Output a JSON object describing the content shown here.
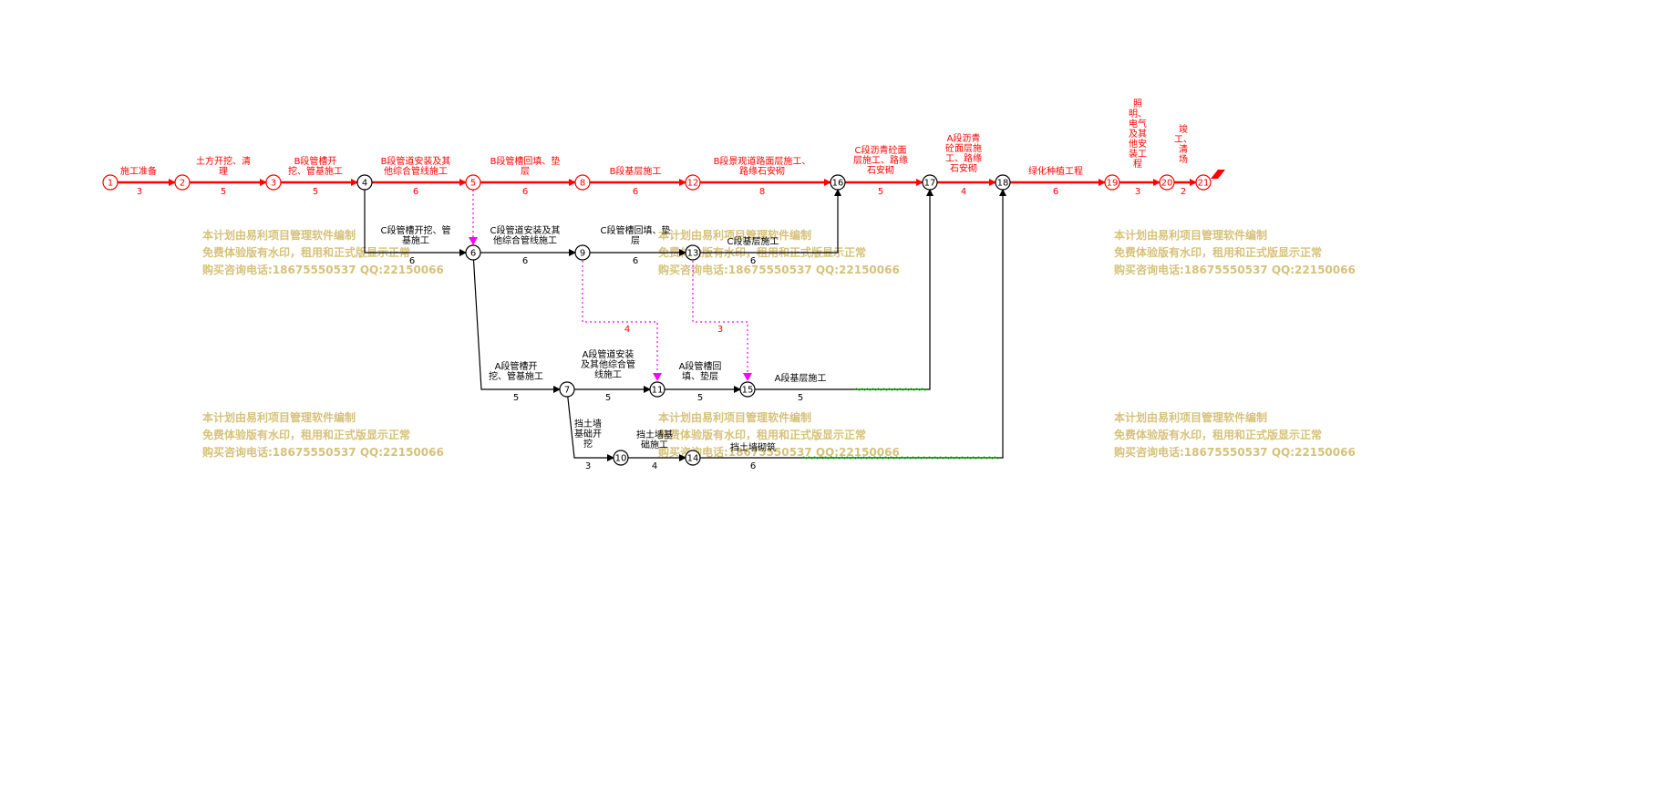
{
  "colors": {
    "critical": "#ff0000",
    "normal": "#000000",
    "dummy": "#ff00ff",
    "float": "#00cc00",
    "watermark": "#d6c27a"
  },
  "watermark": {
    "line1": "本计划由易利项目管理软件编制",
    "line2": "免费体验版有水印，租用和正式版显示正常",
    "line3": "购买咨询电话:18675550537 QQ:22150066"
  },
  "nodes": [
    {
      "id": "n1",
      "label": "1"
    },
    {
      "id": "n2",
      "label": "2"
    },
    {
      "id": "n3",
      "label": "3"
    },
    {
      "id": "n4",
      "label": "4"
    },
    {
      "id": "n5",
      "label": "5"
    },
    {
      "id": "n6",
      "label": "6"
    },
    {
      "id": "n7",
      "label": "7"
    },
    {
      "id": "n8",
      "label": "8"
    },
    {
      "id": "n9",
      "label": "9"
    },
    {
      "id": "n10",
      "label": "10"
    },
    {
      "id": "n11",
      "label": "11"
    },
    {
      "id": "n12",
      "label": "12"
    },
    {
      "id": "n13",
      "label": "13"
    },
    {
      "id": "n14",
      "label": "14"
    },
    {
      "id": "n15",
      "label": "15"
    },
    {
      "id": "n16",
      "label": "16"
    },
    {
      "id": "n17",
      "label": "17"
    },
    {
      "id": "n18",
      "label": "18"
    },
    {
      "id": "n19",
      "label": "19"
    },
    {
      "id": "n20",
      "label": "20"
    },
    {
      "id": "n21",
      "label": "21"
    }
  ],
  "activities": [
    {
      "id": "a1",
      "name": "施工准备",
      "duration": "3",
      "critical": true
    },
    {
      "id": "a2",
      "name": "土方开挖、清\n理",
      "duration": "5",
      "critical": true
    },
    {
      "id": "a3",
      "name": "B段管槽开\n挖、管基施工",
      "duration": "5",
      "critical": true
    },
    {
      "id": "a4",
      "name": "B段管道安装及其\n他综合管线施工",
      "duration": "6",
      "critical": true
    },
    {
      "id": "a5",
      "name": "B段管槽回填、垫\n层",
      "duration": "6",
      "critical": true
    },
    {
      "id": "a6",
      "name": "B段基层施工",
      "duration": "6",
      "critical": true
    },
    {
      "id": "a7",
      "name": "B段景观道路面层施工、\n路缘石安砌",
      "duration": "8",
      "critical": true
    },
    {
      "id": "a8",
      "name": "C段沥青砼面\n层施工、路缘\n石安砌",
      "duration": "5",
      "critical": true
    },
    {
      "id": "a9",
      "name": "A段沥青\n砼面层施\n工、路缘\n石安砌",
      "duration": "4",
      "critical": true
    },
    {
      "id": "a10",
      "name": "绿化种植工程",
      "duration": "6",
      "critical": true
    },
    {
      "id": "a11",
      "name": "照\n明、\n电气\n及其\n他安\n装工\n程",
      "duration": "3",
      "critical": true
    },
    {
      "id": "a12",
      "name": "竣\n工、\n清\n场",
      "duration": "2",
      "critical": true
    },
    {
      "id": "a13",
      "name": "C段管槽开挖、管\n基施工",
      "duration": "6",
      "critical": false
    },
    {
      "id": "a14",
      "name": "C段管道安装及其\n他综合管线施工",
      "duration": "6",
      "critical": false
    },
    {
      "id": "a15",
      "name": "C段管槽回填、垫\n层",
      "duration": "6",
      "critical": false
    },
    {
      "id": "a16",
      "name": "C段基层施工",
      "duration": "6",
      "critical": false
    },
    {
      "id": "a17",
      "name": "A段管槽开\n挖、管基施工",
      "duration": "5",
      "critical": false
    },
    {
      "id": "a18",
      "name": "A段管道安装\n及其他综合管\n线施工",
      "duration": "5",
      "critical": false
    },
    {
      "id": "a19",
      "name": "A段管槽回\n填、垫层",
      "duration": "5",
      "critical": false
    },
    {
      "id": "a20",
      "name": "A段基层施工",
      "duration": "5",
      "critical": false
    },
    {
      "id": "a21",
      "name": "挡土墙\n基础开\n挖",
      "duration": "3",
      "critical": false
    },
    {
      "id": "a22",
      "name": "挡土墙基\n础施工",
      "duration": "4",
      "critical": false
    },
    {
      "id": "a23",
      "name": "挡土墙砌筑",
      "duration": "6",
      "critical": false
    },
    {
      "id": "d1",
      "name": "",
      "duration": "4",
      "critical": false
    },
    {
      "id": "d2",
      "name": "",
      "duration": "3",
      "critical": false
    }
  ]
}
